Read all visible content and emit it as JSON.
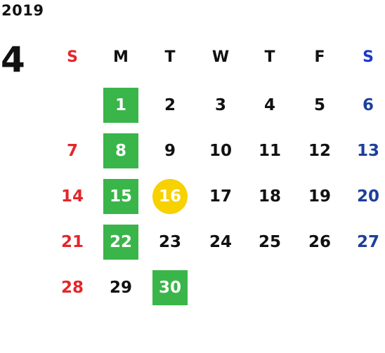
{
  "calendar": {
    "year": "2019",
    "month": "4",
    "weekdays": [
      {
        "label": "S",
        "color": "#e3262b"
      },
      {
        "label": "M",
        "color": "#111111"
      },
      {
        "label": "T",
        "color": "#111111"
      },
      {
        "label": "W",
        "color": "#111111"
      },
      {
        "label": "T",
        "color": "#111111"
      },
      {
        "label": "F",
        "color": "#111111"
      },
      {
        "label": "S",
        "color": "#1b38c9"
      }
    ],
    "weeks": [
      [
        null,
        "1",
        "2",
        "3",
        "4",
        "5",
        "6"
      ],
      [
        "7",
        "8",
        "9",
        "10",
        "11",
        "12",
        "13"
      ],
      [
        "14",
        "15",
        "16",
        "17",
        "18",
        "19",
        "20"
      ],
      [
        "21",
        "22",
        "23",
        "24",
        "25",
        "26",
        "27"
      ],
      [
        "28",
        "29",
        "30",
        null,
        null,
        null,
        null
      ]
    ],
    "highlighted_days": [
      "1",
      "8",
      "15",
      "22",
      "30"
    ],
    "today": "16",
    "colors": {
      "sunday": "#e3262b",
      "saturday": "#1e3f9a",
      "weekday": "#111111",
      "highlight": "#3ab54a",
      "today": "#f7d100",
      "highlight_text": "#ffffff"
    }
  }
}
